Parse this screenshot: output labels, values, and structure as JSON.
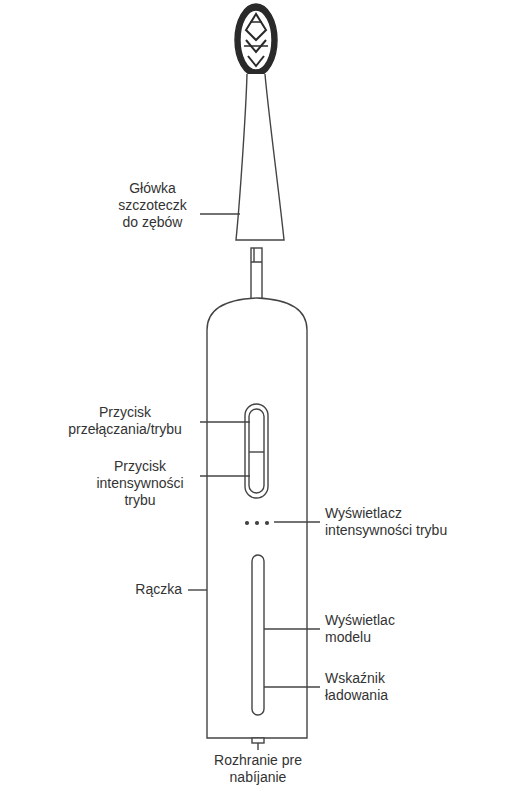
{
  "diagram": {
    "labels": [
      "Główka szczoteczk do zębów",
      "Przycisk przełączania/trybu",
      "Przycisk intensywności trybu",
      "Wyświetlacz intensywności trybu",
      "Rączka",
      "Wyświetlac modelu",
      "Wskaźnik ładowania",
      "Rozhranie pre nabíjanie"
    ]
  }
}
